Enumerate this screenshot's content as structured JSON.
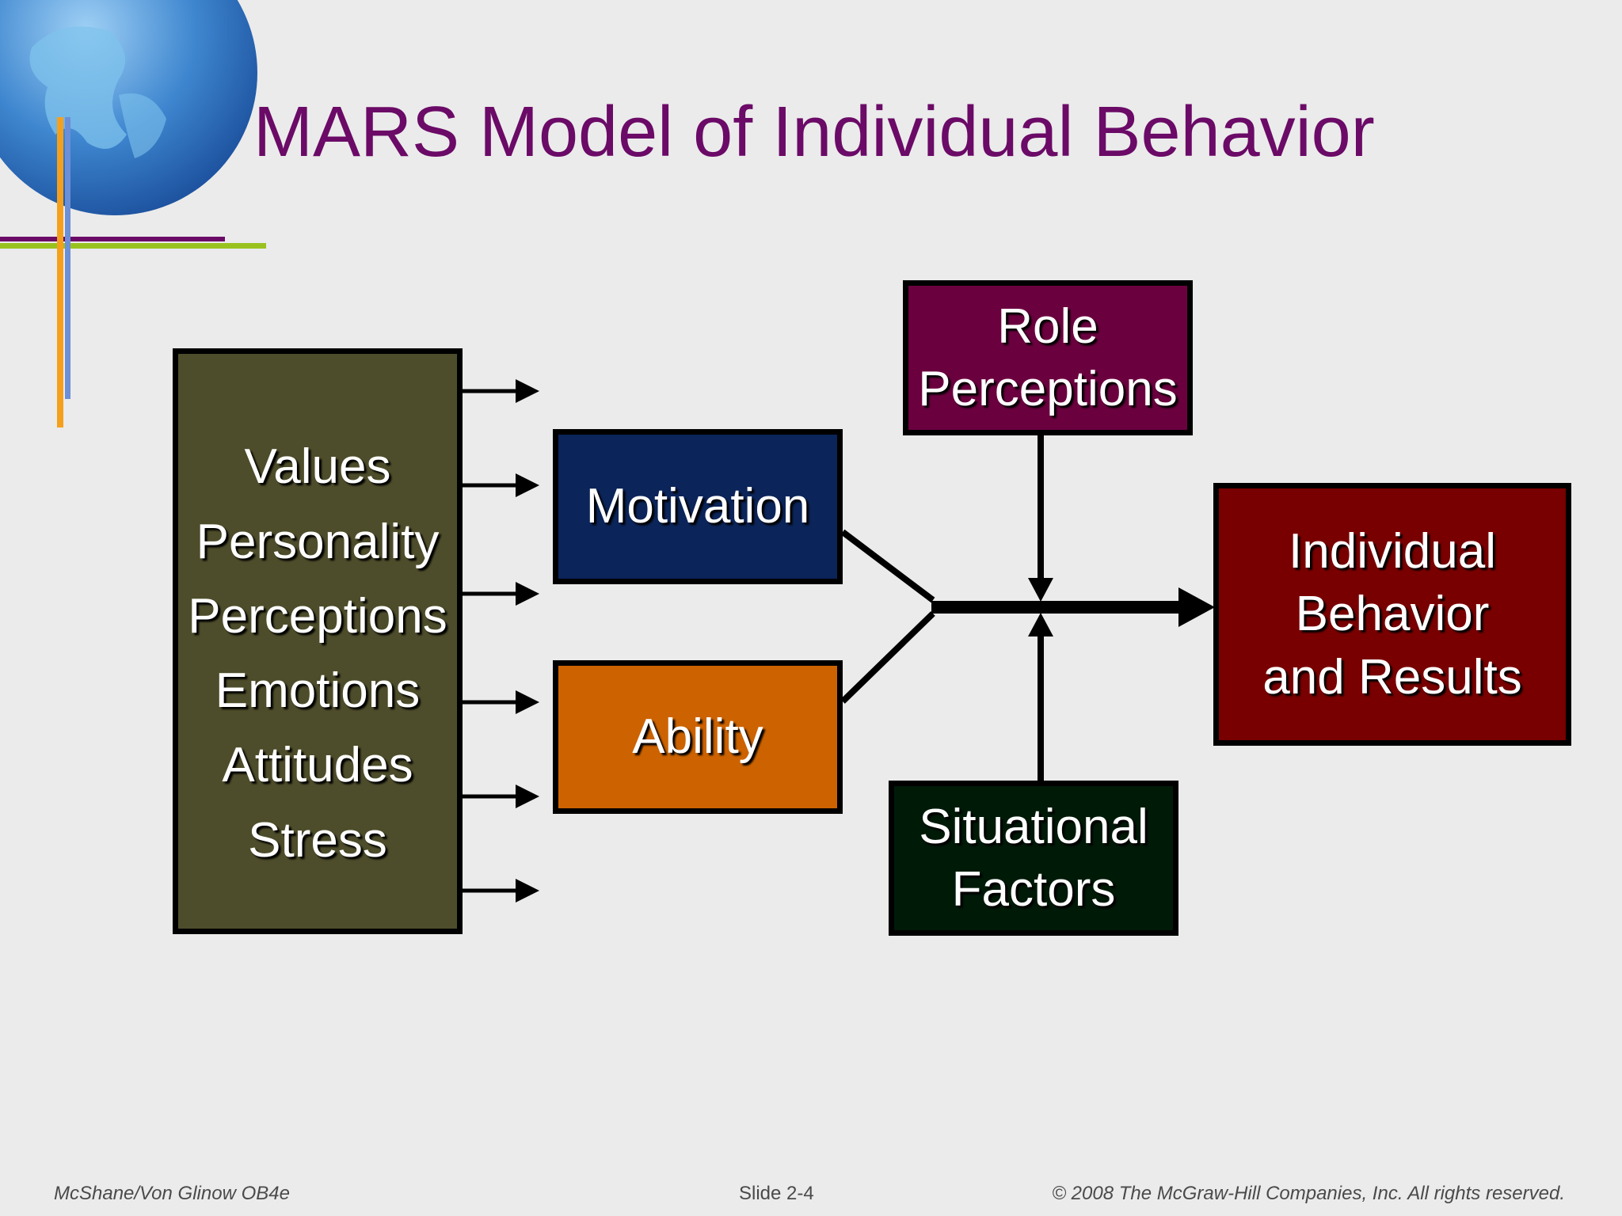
{
  "slide": {
    "title": "MARS Model of Individual Behavior"
  },
  "diagram": {
    "individual_factors": [
      "Values",
      "Personality",
      "Perceptions",
      "Emotions",
      "Attitudes",
      "Stress"
    ],
    "motivation": "Motivation",
    "ability": "Ability",
    "role_perceptions": [
      "Role",
      "Perceptions"
    ],
    "situational_factors": [
      "Situational",
      "Factors"
    ],
    "results": [
      "Individual",
      "Behavior",
      "and Results"
    ]
  },
  "footer": {
    "left": "McShane/Von Glinow  OB4e",
    "center": "Slide 2-4",
    "right": "© 2008 The McGraw-Hill Companies, Inc. All rights reserved."
  },
  "colors": {
    "title": "#6b0a67",
    "individual_factors_box": "#4e4d2b",
    "motivation_box": "#0b2459",
    "ability_box": "#cd6300",
    "role_perceptions_box": "#6b003f",
    "situational_factors_box": "#001a08",
    "results_box": "#790000",
    "decor_purple": "#6b0a67",
    "decor_green": "#99c21f",
    "decor_orange": "#f5a01c",
    "decor_blue": "#6c8fd6"
  },
  "icons": [
    "globe-icon"
  ]
}
